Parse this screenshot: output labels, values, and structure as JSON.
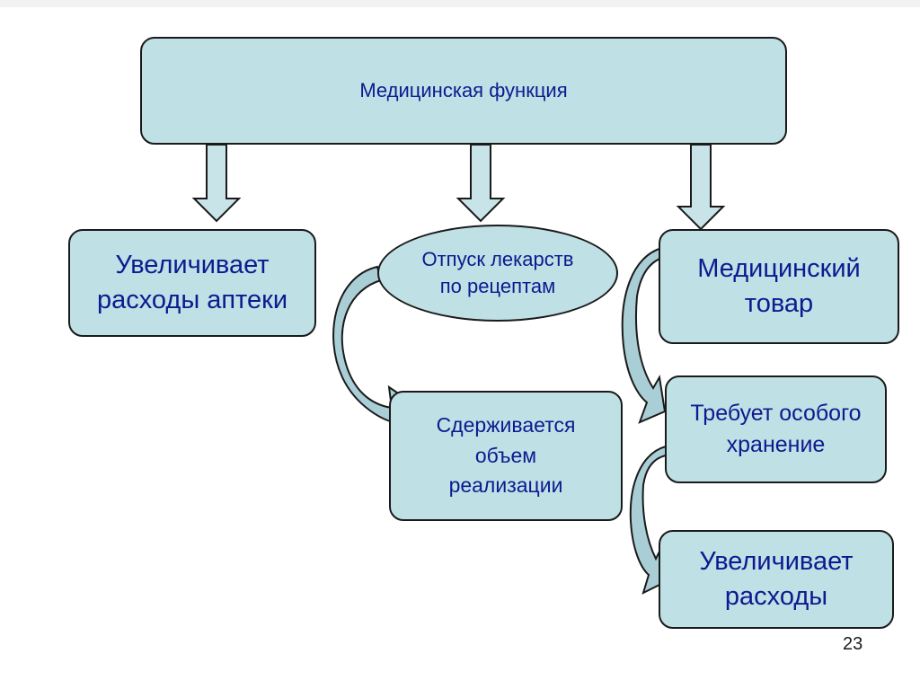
{
  "diagram": {
    "top": {
      "label": "Медицинская функция"
    },
    "left": {
      "label": "Увеличивает\nрасходы аптеки"
    },
    "oval": {
      "label": "Отпуск лекарств\nпо рецептам"
    },
    "middle_result": {
      "label": "Сдерживается\nобъем\nреализации"
    },
    "medical_product": {
      "label": "Медицинский\nтовар"
    },
    "storage": {
      "label": "Требует особого\nхранение"
    },
    "costs": {
      "label": "Увеличивает\nрасходы"
    }
  },
  "page_number": "23",
  "colors": {
    "box_fill": "#bfe0e4",
    "arrow_fill": "#c8e4e8",
    "curve_arrow_fill": "#a9ced6",
    "outline": "#1a1a1a",
    "text": "#0f1990"
  }
}
